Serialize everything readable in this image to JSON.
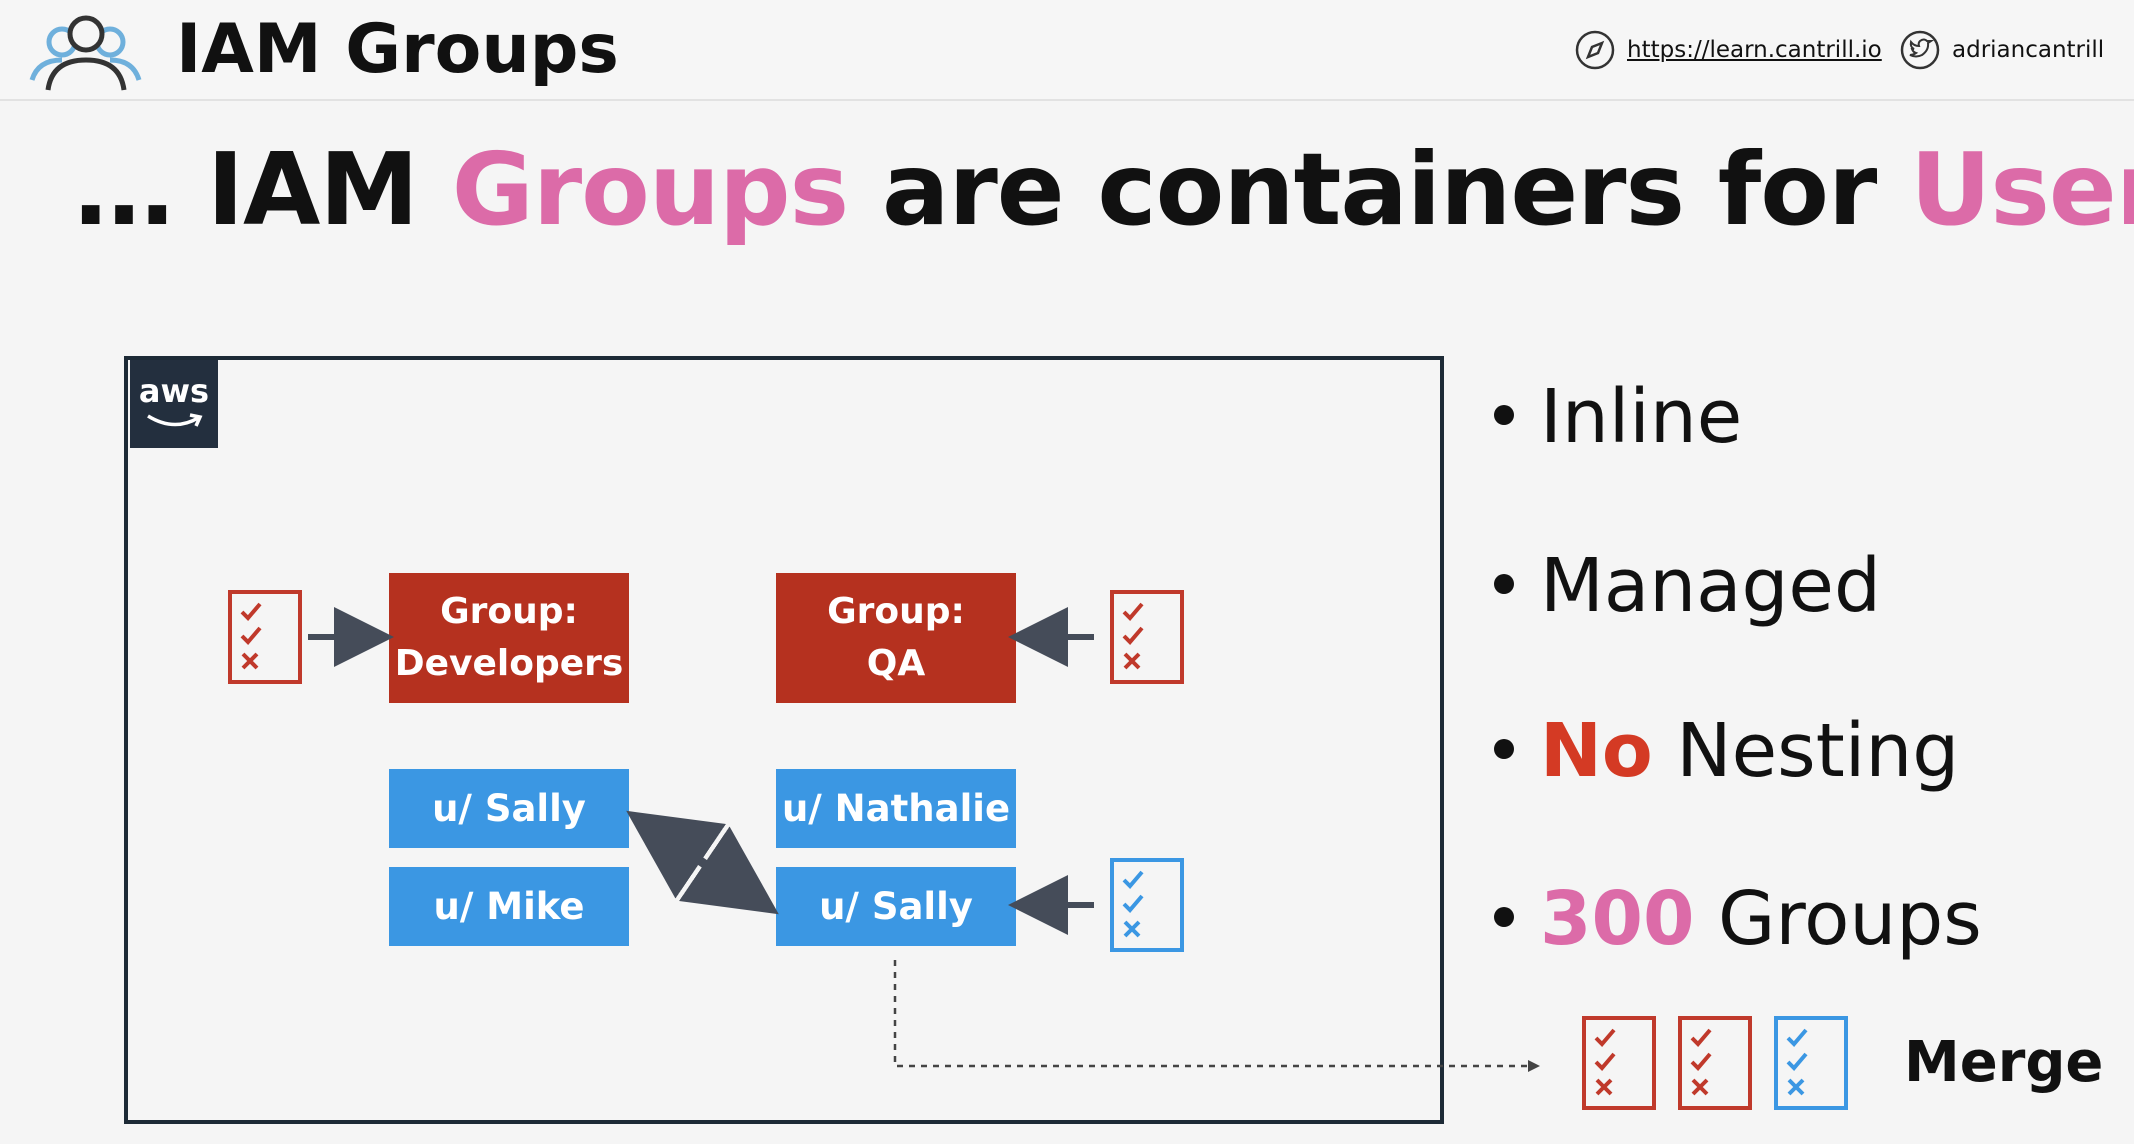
{
  "header": {
    "title": "IAM Groups",
    "site_link": "https://learn.cantrill.io",
    "twitter_handle": "adriancantrill",
    "icons": [
      "users-icon",
      "compass-icon",
      "twitter-icon"
    ]
  },
  "headline": {
    "prefix": "… IAM ",
    "word1": "Groups",
    "middle": " are containers for ",
    "word2": "Users"
  },
  "diagram": {
    "aws_logo": "aws",
    "groups": [
      {
        "line1": "Group:",
        "line2": "Developers"
      },
      {
        "line1": "Group:",
        "line2": "QA"
      }
    ],
    "users_left": [
      "u/ Sally",
      "u/ Mike"
    ],
    "users_right": [
      "u/ Nathalie",
      "u/ Sally"
    ],
    "colors": {
      "group": "#b5311f",
      "user": "#3b97e3",
      "policy_red": "#c0392b",
      "policy_blue": "#3b97e3",
      "accent_pink": "#dc6ba8"
    }
  },
  "bullets": [
    {
      "highlight": "",
      "text": "Inline"
    },
    {
      "highlight": "",
      "text": "Managed"
    },
    {
      "highlight": "No",
      "text": " Nesting"
    },
    {
      "highlight": "300",
      "text": " Groups"
    }
  ],
  "merge_label": "Merge"
}
